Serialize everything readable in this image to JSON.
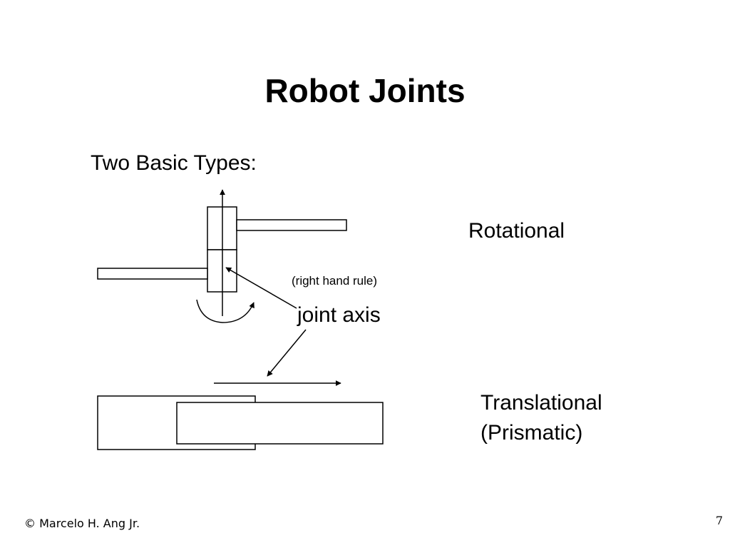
{
  "slide": {
    "title": "Robot Joints",
    "subtitle": "Two Basic Types:"
  },
  "diagram": {
    "labels": {
      "rotational": "Rotational",
      "right_hand_rule": "(right hand rule)",
      "joint_axis": "joint axis",
      "translational_line1": "Translational",
      "translational_line2": "(Prismatic)"
    },
    "stroke_color": "#000000"
  },
  "footer": {
    "author": "© Marcelo H. Ang Jr.",
    "page_number": "7"
  }
}
